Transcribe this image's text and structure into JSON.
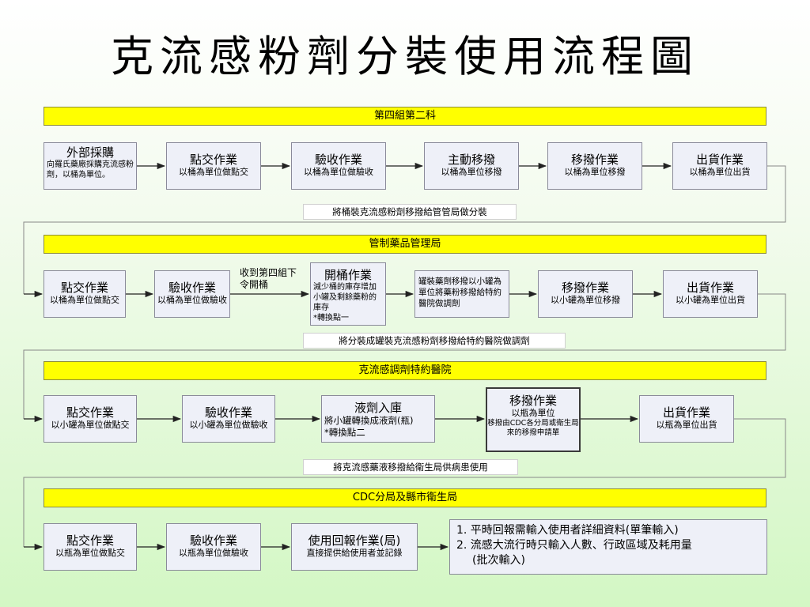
{
  "title": "克流感粉劑分裝使用流程圖",
  "sections": [
    {
      "band": "第四組第二科",
      "boxes": [
        {
          "title": "外部採購",
          "sub": "向羅氏藥廠採購克流感粉劑，以桶為單位。"
        },
        {
          "title": "點交作業",
          "sub": "以桶為單位做點交"
        },
        {
          "title": "驗收作業",
          "sub": "以桶為單位做驗收"
        },
        {
          "title": "主動移撥",
          "sub": "以桶為單位移撥"
        },
        {
          "title": "移撥作業",
          "sub": "以桶為單位移撥"
        },
        {
          "title": "出貨作業",
          "sub": "以桶為單位出貨"
        }
      ],
      "note": "將桶裝克流感粉劑移撥給管管局做分裝"
    },
    {
      "band": "管制藥品管理局",
      "boxes": [
        {
          "title": "點交作業",
          "sub": "以桶為單位做點交"
        },
        {
          "title": "驗收作業",
          "sub": "以桶為單位做驗收"
        },
        {
          "title": "開桶作業",
          "sub": "減少桶的庫存增加小罐及剩餘藥粉的庫存",
          "mark": "*轉換點一"
        },
        {
          "title": "",
          "sub": "罐裝藥劑移撥以小罐為單位將藥粉移撥給特約醫院做調劑"
        },
        {
          "title": "移撥作業",
          "sub": "以小罐為單位移撥"
        },
        {
          "title": "出貨作業",
          "sub": "以小罐為單位出貨"
        }
      ],
      "side_label": "收到第四組下令開桶",
      "note": "將分裝成罐裝克流感粉劑移撥給特約醫院做調劑"
    },
    {
      "band": "克流感調劑特約醫院",
      "boxes": [
        {
          "title": "點交作業",
          "sub": "以小罐為單位做點交"
        },
        {
          "title": "驗收作業",
          "sub": "以小罐為單位做驗收"
        },
        {
          "title": "液劑入庫",
          "sub": "將小罐轉換成液劑(瓶)",
          "mark": "*轉換點二"
        },
        {
          "title": "移撥作業",
          "sub": "以瓶為單位",
          "sub2": "移撥由CDC各分局或衛生局來的移撥申請單"
        },
        {
          "title": "出貨作業",
          "sub": "以瓶為單位出貨"
        }
      ],
      "note": "將克流感藥液移撥給衛生局供病患使用"
    },
    {
      "band": "CDC分局及縣市衛生局",
      "boxes": [
        {
          "title": "點交作業",
          "sub": "以瓶為單位做點交"
        },
        {
          "title": "驗收作業",
          "sub": "以瓶為單位做驗收"
        },
        {
          "title": "使用回報作業(局)",
          "sub": "直接提供給使用者並記錄"
        }
      ],
      "final_list": [
        "1. 平時回報需輸入使用者詳細資料(單筆輸入)",
        "2. 流感大流行時只輸入人數、行政區域及耗用量",
        "(批次輸入)"
      ]
    }
  ]
}
